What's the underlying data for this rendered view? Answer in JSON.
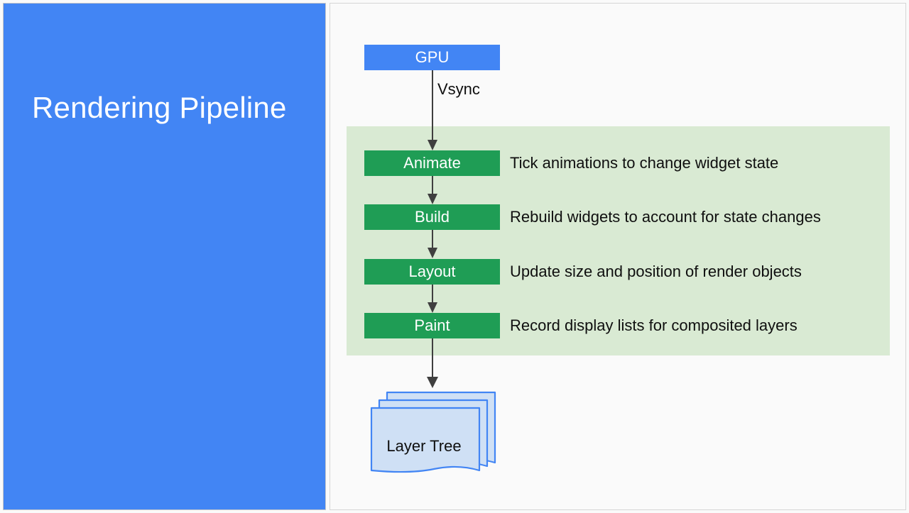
{
  "slide": {
    "title": "Rendering Pipeline",
    "accent_blue": "#4285f4",
    "phase_green": "#1f9d55",
    "phase_region_green": "#d9ead3",
    "layer_fill": "#cfe0f5",
    "layer_stroke": "#4285f4",
    "arrow_color": "#3f3f3f",
    "canvas_bg": "#fafafa"
  },
  "diagram": {
    "source_node": {
      "label": "GPU",
      "icon": "gpu-box"
    },
    "vsync_label": "Vsync",
    "phases": [
      {
        "label": "Animate",
        "description": "Tick animations to change widget state"
      },
      {
        "label": "Build",
        "description": "Rebuild widgets to account for state changes"
      },
      {
        "label": "Layout",
        "description": "Update size and position of render objects"
      },
      {
        "label": "Paint",
        "description": "Record display lists for composited layers"
      }
    ],
    "output_node": {
      "label": "Layer Tree",
      "icon": "stacked-documents-icon"
    },
    "arrows": [
      {
        "name": "arrow-gpu-to-animate"
      },
      {
        "name": "arrow-animate-to-build"
      },
      {
        "name": "arrow-build-to-layout"
      },
      {
        "name": "arrow-layout-to-paint"
      },
      {
        "name": "arrow-paint-to-layer-tree"
      }
    ]
  }
}
